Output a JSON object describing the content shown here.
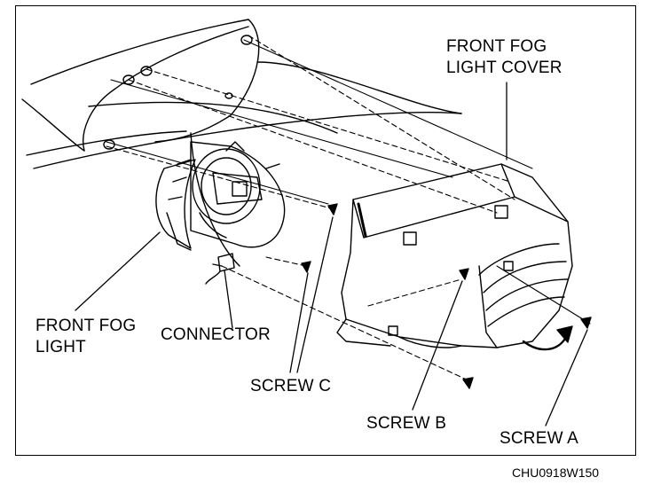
{
  "labels": {
    "fog_light_cover_line1": "FRONT FOG",
    "fog_light_cover_line2": "LIGHT COVER",
    "fog_light_line1": "FRONT FOG",
    "fog_light_line2": "LIGHT",
    "connector": "CONNECTOR",
    "screw_c": "SCREW C",
    "screw_b": "SCREW B",
    "screw_a": "SCREW A"
  },
  "figure_code": "CHU0918W150",
  "colors": {
    "ink": "#000000",
    "paper": "#ffffff"
  }
}
